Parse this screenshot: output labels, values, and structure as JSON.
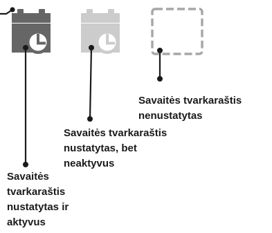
{
  "states": {
    "active": {
      "icon": "calendar-clock-icon",
      "icon_color": "#666666",
      "lines": [
        "Savaitės",
        "tvarkaraštis",
        "nustatytas ir",
        "aktyvus"
      ]
    },
    "inactive": {
      "icon": "calendar-clock-icon",
      "icon_color": "#cccccc",
      "lines": [
        "Savaitės tvarkaraštis",
        "nustatytas, bet",
        "neaktyvus"
      ]
    },
    "unset": {
      "icon": "dashed-outline-icon",
      "icon_color": "#a6a6a6",
      "lines": [
        "Savaitės tvarkaraštis",
        "nenustatytas"
      ]
    }
  },
  "colors": {
    "leader_line": "#1a1a1a",
    "text": "#1a1a1a"
  }
}
